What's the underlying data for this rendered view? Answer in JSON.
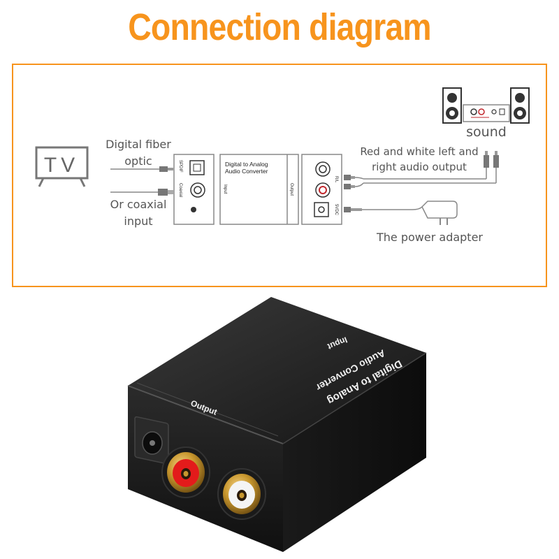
{
  "title": "Connection diagram",
  "accent_color": "#f7941d",
  "diagram": {
    "tv_label": "TV",
    "digital_fiber": "Digital fiber",
    "optic": "optic",
    "or_coaxial": "Or coaxial",
    "input": "input",
    "spdif": "SPDIF",
    "coaxial": "Coaxial",
    "box_title_1": "Digital to Analog",
    "box_title_2": "Audio Converter",
    "box_input": "Input",
    "box_output": "Output",
    "rl": "R/L",
    "dc5v": "5VDC",
    "red_white_1": "Red and white left and",
    "red_white_2": "right audio output",
    "sound": "sound",
    "power_adapter": "The power adapter"
  },
  "device": {
    "top_line_1": "Digital to Analog",
    "top_line_2": "Audio Converter",
    "top_input": "Input",
    "front_output": "Output"
  }
}
